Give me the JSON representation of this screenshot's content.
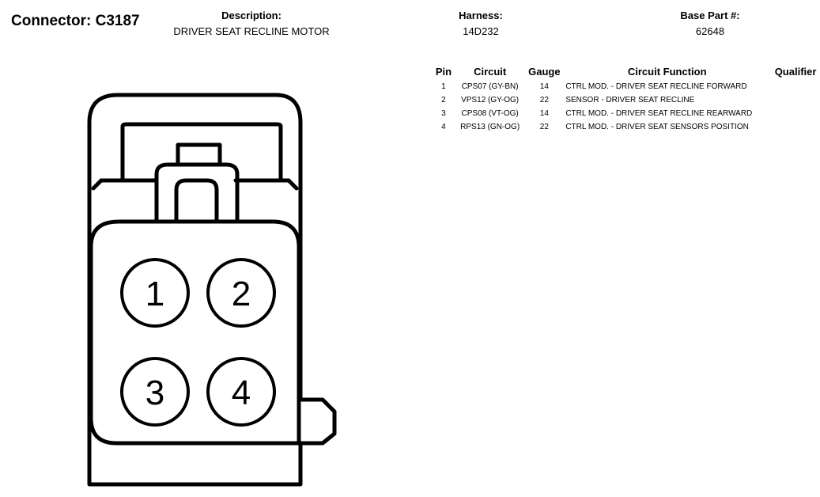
{
  "header": {
    "connector": "Connector: C3187",
    "description_label": "Description:",
    "description_value": "DRIVER SEAT RECLINE MOTOR",
    "harness_label": "Harness:",
    "harness_value": "14D232",
    "base_part_label": "Base Part #:",
    "base_part_value": "62648"
  },
  "table": {
    "columns": [
      "Pin",
      "Circuit",
      "Gauge",
      "Circuit Function",
      "Qualifier"
    ],
    "rows": [
      {
        "pin": "1",
        "circuit": "CPS07 (GY-BN)",
        "gauge": "14",
        "function": "CTRL MOD. - DRIVER SEAT RECLINE FORWARD",
        "qualifier": ""
      },
      {
        "pin": "2",
        "circuit": "VPS12 (GY-OG)",
        "gauge": "22",
        "function": "SENSOR - DRIVER SEAT RECLINE",
        "qualifier": ""
      },
      {
        "pin": "3",
        "circuit": "CPS08 (VT-OG)",
        "gauge": "14",
        "function": "CTRL MOD. - DRIVER SEAT RECLINE REARWARD",
        "qualifier": ""
      },
      {
        "pin": "4",
        "circuit": "RPS13 (GN-OG)",
        "gauge": "22",
        "function": "CTRL MOD. - DRIVER SEAT SENSORS POSITION",
        "qualifier": ""
      }
    ]
  },
  "diagram": {
    "pins": [
      "1",
      "2",
      "3",
      "4"
    ]
  }
}
